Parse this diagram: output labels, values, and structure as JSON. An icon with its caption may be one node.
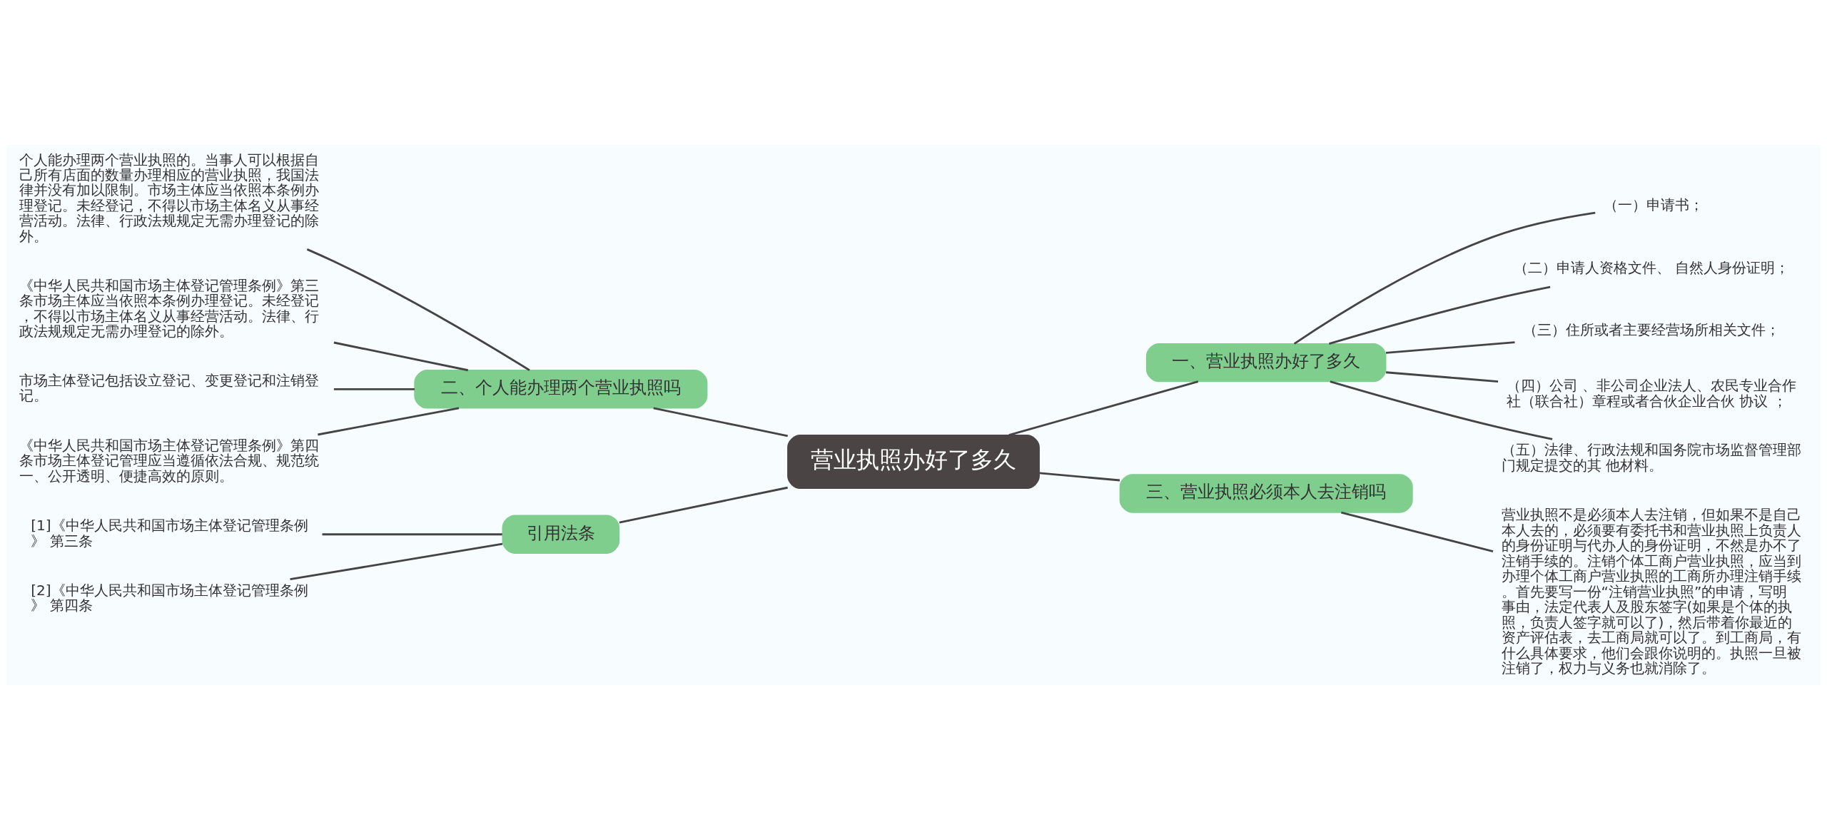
{
  "diagram": {
    "nodes": [
      {
        "text": [
          "营业执照办好了多久"
        ]
      },
      {
        "text": [
          "一、营业执照办好了多久"
        ]
      },
      {
        "text": [
          "（一）申请书；"
        ]
      },
      {
        "text": [
          "（二）申请人资格文件、 自然人身份证明；"
        ]
      },
      {
        "text": [
          "（三）住所或者主要经营场所相关文件；"
        ]
      },
      {
        "text": [
          "（四）公司 、非公司企业法人、农民专业合作社（联合社）章程或者合伙企业合伙 协议 ；"
        ]
      },
      {
        "text": [
          "（五）法律、行政法规和国务院市场监督管理部门规定提交的其 他材料。"
        ]
      },
      {
        "text": [
          "三、营业执照必须本人去注销吗"
        ]
      },
      {
        "text": [
          "营业执照不是必须本人去注销，但如果不是自己本人去的，必须要有委托书和营业执照上负责人的身份证明与代办人的身份证明，不然是办不了注销手续的。注销个体工商户营业执照，应当到办理个体工商户营业执照的工商所办理注销手续。首先要写一份“注销营业执照”的申请，写明事由，法定代表人及股东签字(如果是个体的执照，负责人签字就可以了)，然后带着你最近的资产评估表，去工商局就可以了。到工商局，有什么具体要求，他们会跟你说明的。执照一旦被注销了，权力与义务也就消除了。"
        ]
      },
      {
        "text": [
          "二、个人能办理两个营业执照吗"
        ]
      },
      {
        "text": [
          "个人能办理两个营业执照的。当事人可以根据自己所有店面的数量办理相应的营业执照，我国法律并没有加以限制。市场主体应当依照本条例办理登记。未经登记，不得以市场主体名义从事经营活动。法律、行政法规规定无需办理登记的除外。"
        ]
      },
      {
        "text": [
          "《中华人民共和国市场主体登记管理条例》第三条市场主体应当依照本条例办理登记。未经登记，不得以市场主体名义从事经营活动。法律、行政法规规定无需办理登记的除外。"
        ]
      },
      {
        "text": [
          "市场主体登记包括设立登记、变更登记和注销登记。"
        ]
      },
      {
        "text": [
          "《中华人民共和国市场主体登记管理条例》第四条市场主体登记管理应当遵循依法合规、规范统一、公开透明、便捷高效的原则。"
        ]
      },
      {
        "text": [
          "引用法条"
        ]
      },
      {
        "text": [
          "[1]《中华人民共和国市场主体登记管理条例》 第三条"
        ]
      },
      {
        "text": [
          "[2]《中华人民共和国市场主体登记管理条例》 第四条"
        ]
      }
    ],
    "edges": [
      {
        "from": 0,
        "to": 1,
        "arrow": "none"
      },
      {
        "from": 1,
        "to": 2,
        "arrow": "none"
      },
      {
        "from": 1,
        "to": 3,
        "arrow": "none"
      },
      {
        "from": 1,
        "to": 4,
        "arrow": "none"
      },
      {
        "from": 1,
        "to": 5,
        "arrow": "none"
      },
      {
        "from": 1,
        "to": 6,
        "arrow": "none"
      },
      {
        "from": 0,
        "to": 7,
        "arrow": "none"
      },
      {
        "from": 7,
        "to": 8,
        "arrow": "none"
      },
      {
        "from": 0,
        "to": 9,
        "arrow": "none"
      },
      {
        "from": 9,
        "to": 10,
        "arrow": "none"
      },
      {
        "from": 9,
        "to": 11,
        "arrow": "none"
      },
      {
        "from": 9,
        "to": 12,
        "arrow": "none"
      },
      {
        "from": 9,
        "to": 13,
        "arrow": "none"
      },
      {
        "from": 0,
        "to": 14,
        "arrow": "none"
      },
      {
        "from": 14,
        "to": 15,
        "arrow": "none"
      },
      {
        "from": 14,
        "to": 16,
        "arrow": "none"
      }
    ]
  }
}
